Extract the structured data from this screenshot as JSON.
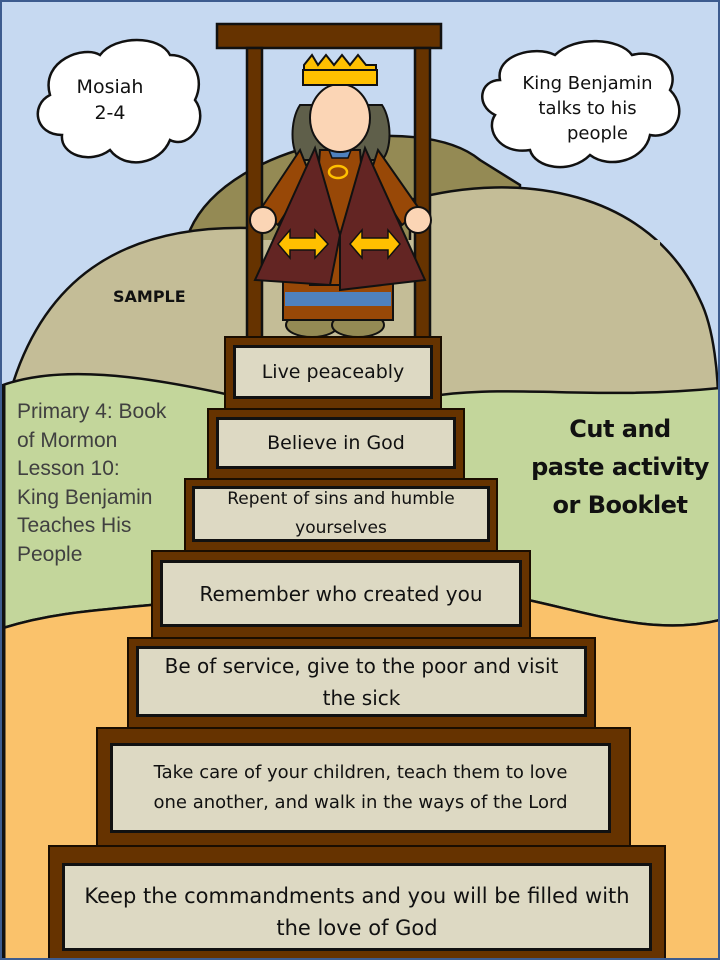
{
  "clouds": {
    "left": {
      "line1": "Mosiah",
      "line2": "2-4"
    },
    "right": {
      "line1": "King Benjamin",
      "line2": "talks to his",
      "line3": "people"
    }
  },
  "watermark": "SAMPLE",
  "lesson": {
    "line1": "Primary 4: Book",
    "line2": "of Mormon",
    "line3": "Lesson 10:",
    "line4": "King Benjamin",
    "line5": "Teaches His",
    "line6": "People"
  },
  "activity": {
    "line1": "Cut and",
    "line2": "paste activity",
    "line3": "or Booklet"
  },
  "steps": [
    {
      "label": "Live peaceably"
    },
    {
      "label": "Believe in God"
    },
    {
      "label": "Repent of sins and humble yourselves"
    },
    {
      "label": "Remember who created you"
    },
    {
      "label": "Be of service, give to the poor and visit the sick"
    },
    {
      "label": "Take care of your children, teach them to love one another, and walk in the ways of the Lord"
    },
    {
      "label": "Keep the commandments and you will be filled with the love of God"
    }
  ],
  "colors": {
    "sky": "#c6d9f1",
    "hill_back": "#948a54",
    "hill_front": "#c4bd97",
    "grass": "#c3d69b",
    "sand": "#fac26b",
    "wood": "#663300",
    "plaque": "#ddd9c3",
    "crown": "#ffc000",
    "robe": "#632523",
    "robe_inner": "#984807"
  }
}
